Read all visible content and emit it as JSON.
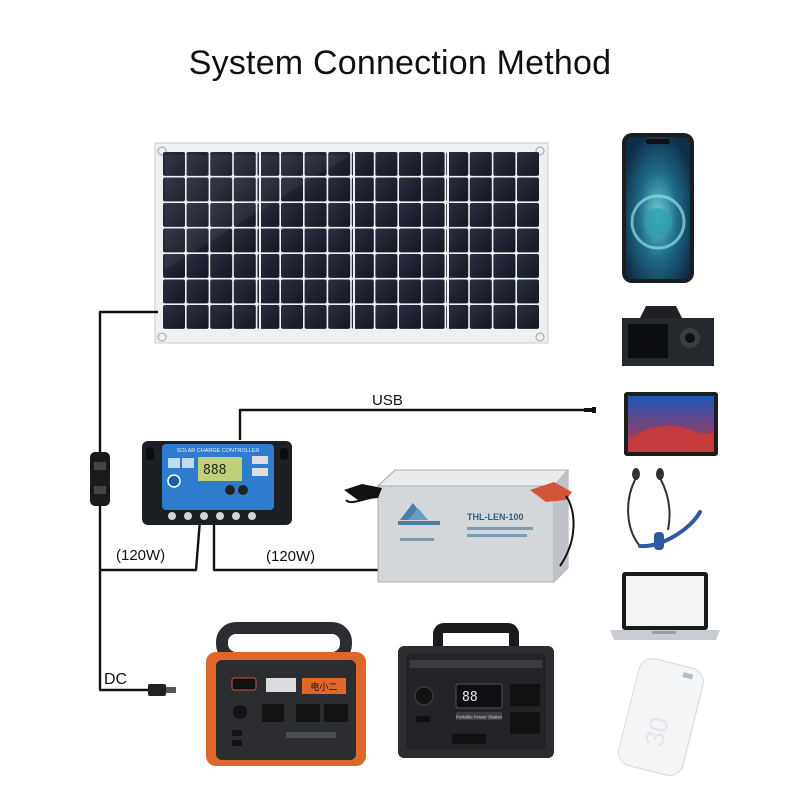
{
  "title": "System Connection Method",
  "labels": {
    "usb": "USB",
    "power_left": "(120W)",
    "power_right": "(120W)",
    "dc": "DC"
  },
  "controller": {
    "header": "SOLAR CHARGE CONTROLLER",
    "display": "888"
  },
  "battery": {
    "model": "THL-LEN-100"
  },
  "power_station_left": {
    "brand": "电小二"
  },
  "power_station_right": {
    "display": "88",
    "button": "Portable Power Station"
  },
  "power_bank": {
    "label": "30"
  },
  "colors": {
    "wire": "#111111",
    "solar_cell": "#1d2230",
    "battery_body": "#d9dcdf",
    "clip_red": "#d2553a",
    "station_orange": "#e0672a",
    "station_dark": "#2b2d30"
  },
  "devices": [
    "smartphone",
    "camera",
    "tablet",
    "earphones",
    "laptop",
    "power-bank"
  ]
}
